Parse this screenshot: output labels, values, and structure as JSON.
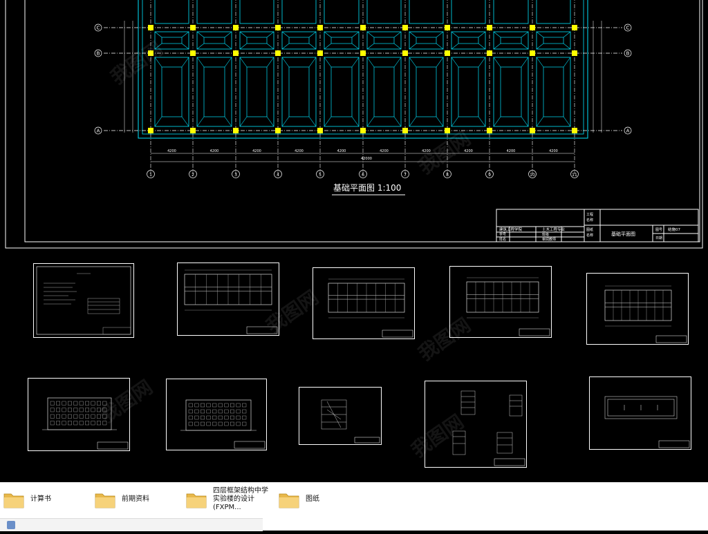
{
  "drawing": {
    "title": "基础平面图 1:100",
    "axis_letters": [
      "C",
      "B",
      "A"
    ],
    "axis_numbers": [
      "1",
      "2",
      "3",
      "4",
      "5",
      "6",
      "7",
      "8",
      "9",
      "10",
      "11"
    ],
    "span_labels": [
      "4200",
      "4200",
      "4200",
      "4200",
      "4200",
      "4200",
      "4200",
      "4200",
      "4200",
      "4200"
    ],
    "total_length": "42000",
    "title_block": {
      "school": "建筑工程学院",
      "major": "土木工程专业",
      "drawing_name": "基础平面图",
      "row_labels": [
        "学号",
        "姓名",
        "班级",
        "审阅教师"
      ],
      "right_labels": [
        "图号",
        "日期"
      ],
      "drawing_no": "结施07",
      "mid_labels": [
        "工程",
        "名称",
        "图纸",
        "名称"
      ]
    }
  },
  "files": [
    {
      "label": "计算书"
    },
    {
      "label": "前期资料"
    },
    {
      "label": "四层框架结构中学实验楼的设计 (FXPM..."
    },
    {
      "label": "图纸"
    }
  ],
  "watermark": "我图网",
  "colors": {
    "line": "#ffffff",
    "grid": "#00e5ff",
    "column": "#ffff00",
    "background": "#000000"
  }
}
